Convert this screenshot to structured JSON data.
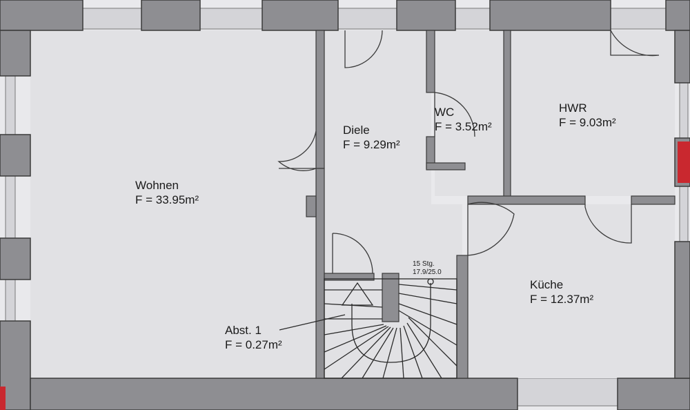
{
  "colors": {
    "paper": "#e9e9ec",
    "room": "#e1e1e4",
    "wall": "#8e8e92",
    "wall_line": "#3a3a3a",
    "accent_red": "#c9282f",
    "text": "#1a1a1a"
  },
  "rooms": {
    "wohnen": {
      "name": "Wohnen",
      "area": "F = 33.95m²"
    },
    "diele": {
      "name": "Diele",
      "area": "F = 9.29m²"
    },
    "wc": {
      "name": "WC",
      "area": "F = 3.52m²"
    },
    "hwr": {
      "name": "HWR",
      "area": "F = 9.03m²"
    },
    "kueche": {
      "name": "Küche",
      "area": "F = 12.37m²"
    },
    "abst": {
      "name": "Abst. 1",
      "area": "F = 0.27m²"
    }
  },
  "stairs": {
    "steps": "15 Stg.",
    "dimension": "17.9/25.0"
  }
}
